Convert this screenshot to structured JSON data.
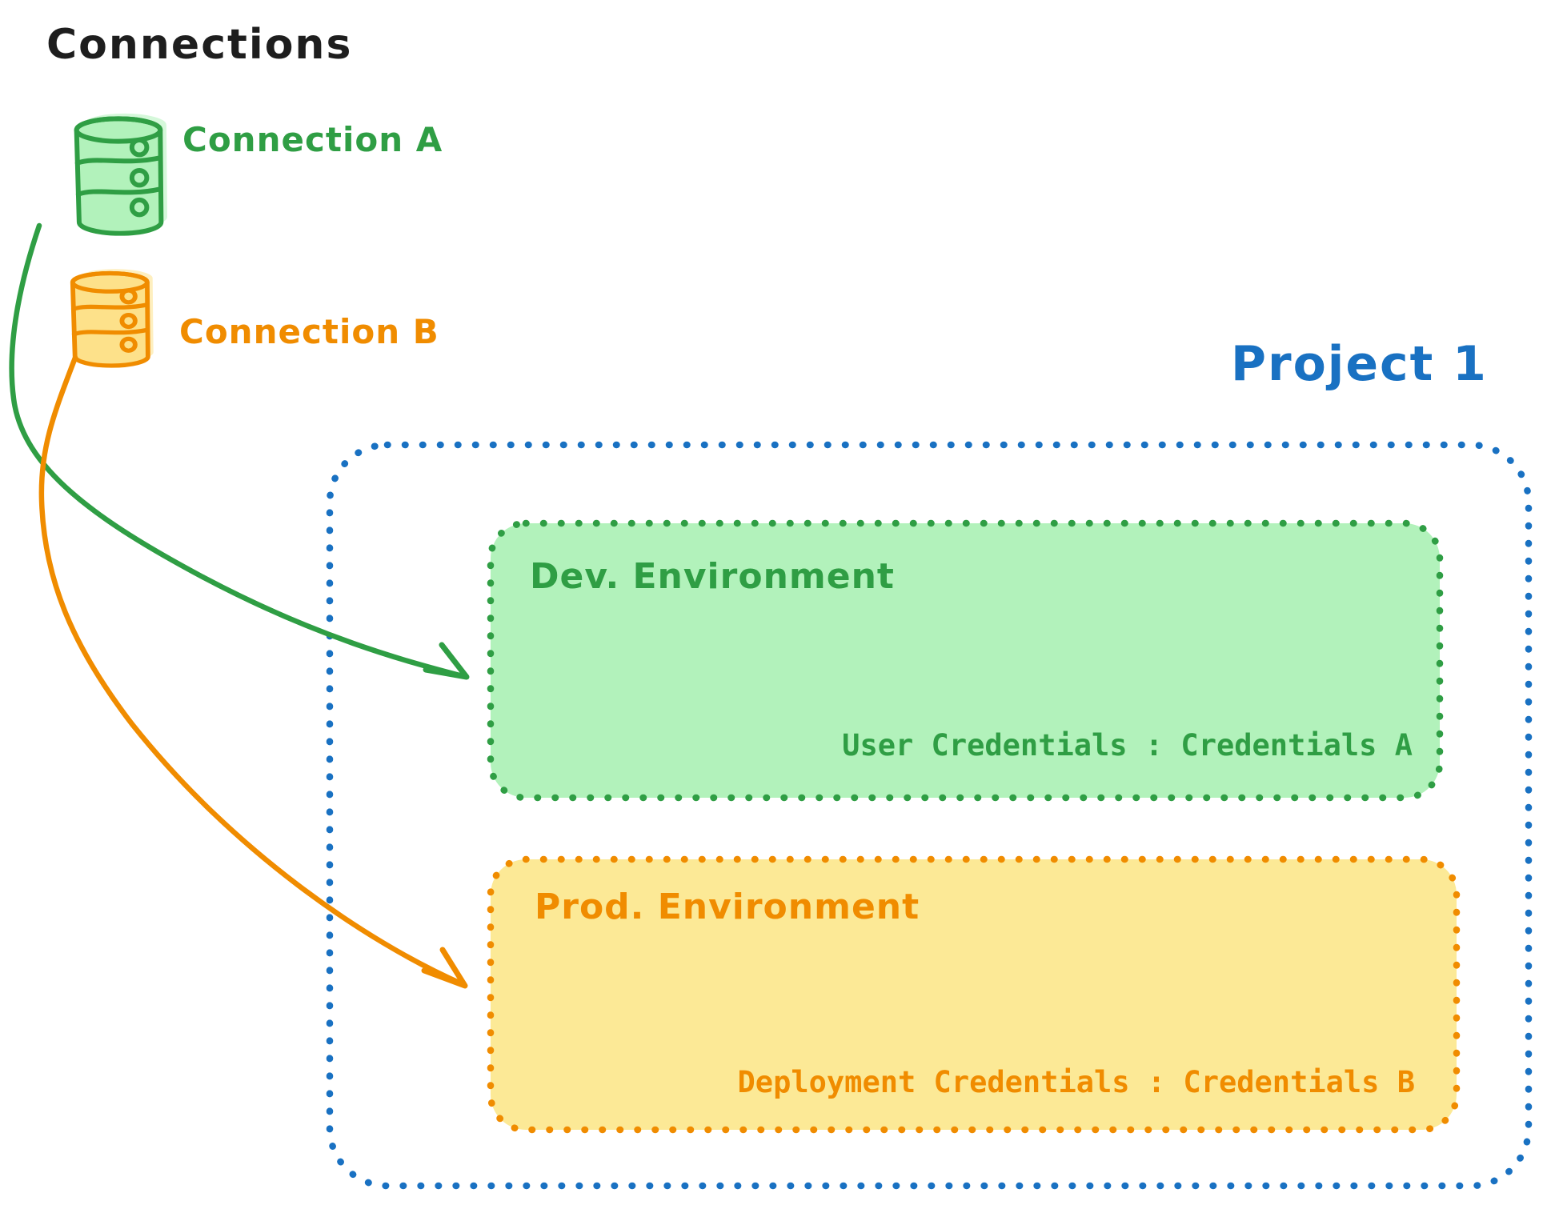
{
  "title": "Connections",
  "connections": [
    {
      "label": "Connection A",
      "icon": "database-icon",
      "color": "#2f9e44",
      "fill": "#b2f2bb"
    },
    {
      "label": "Connection B",
      "icon": "database-icon",
      "color": "#f08c00",
      "fill": "#fde18a"
    }
  ],
  "project": {
    "title": "Project 1",
    "border_color": "#1971c2",
    "environments": [
      {
        "title": "Dev. Environment",
        "credentials_label": "User Credentials : Credentials A",
        "stroke": "#2f9e44",
        "fill": "#b2f2bb"
      },
      {
        "title": "Prod. Environment",
        "credentials_label": "Deployment Credentials : Credentials B",
        "stroke": "#f08c00",
        "fill": "#fce996"
      }
    ]
  },
  "arrows": [
    {
      "from": "Connection A",
      "to": "Dev. Environment",
      "color": "#2f9e44"
    },
    {
      "from": "Connection B",
      "to": "Prod. Environment",
      "color": "#f08c00"
    }
  ]
}
